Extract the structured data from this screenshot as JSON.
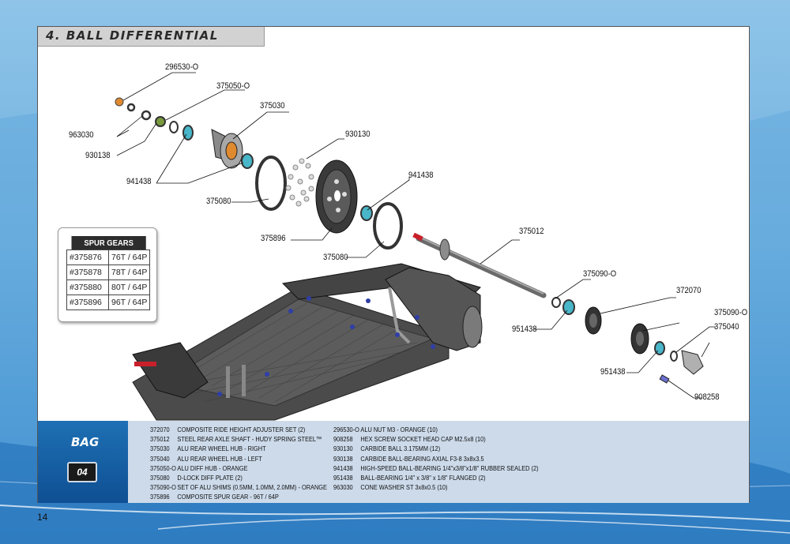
{
  "title": "4. BALL DIFFERENTIAL",
  "page_number": "14",
  "callouts": {
    "c296530o": "296530-O",
    "c375050o": "375050-O",
    "c375030": "375030",
    "c963030": "963030",
    "c930138": "930138",
    "c930130": "930130",
    "c941438a": "941438",
    "c941438b": "941438",
    "c375080a": "375080",
    "c375080b": "375080",
    "c375896": "375896",
    "c375012": "375012",
    "c375090oa": "375090-O",
    "c375090ob": "375090-O",
    "c372070": "372070",
    "c951438a": "951438",
    "c951438b": "951438",
    "c375040": "375040",
    "c908258": "908258"
  },
  "spur_gears": {
    "heading": "SPUR GEARS",
    "rows": [
      {
        "code": "#375876",
        "teeth": "76T / 64P"
      },
      {
        "code": "#375878",
        "teeth": "78T / 64P"
      },
      {
        "code": "#375880",
        "teeth": "80T / 64P"
      },
      {
        "code": "#375896",
        "teeth": "96T / 64P"
      }
    ]
  },
  "bag": {
    "label": "BAG",
    "number": "04"
  },
  "parts_left": [
    {
      "code": "372070",
      "desc": "COMPOSITE RIDE HEIGHT ADJUSTER SET (2)"
    },
    {
      "code": "375012",
      "desc": "STEEL REAR AXLE SHAFT - HUDY SPRING STEEL™"
    },
    {
      "code": "375030",
      "desc": "ALU REAR WHEEL HUB - RIGHT"
    },
    {
      "code": "375040",
      "desc": "ALU REAR WHEEL HUB - LEFT"
    },
    {
      "code": "375050-O",
      "desc": "ALU DIFF HUB - ORANGE"
    },
    {
      "code": "375080",
      "desc": "D-LOCK DIFF PLATE (2)"
    },
    {
      "code": "375090-O",
      "desc": "SET OF ALU SHIMS (0.5MM, 1.0MM, 2.0MM) - ORANGE"
    },
    {
      "code": "375896",
      "desc": "COMPOSITE SPUR GEAR - 96T / 64P"
    }
  ],
  "parts_right": [
    {
      "code": "296530-O",
      "desc": "ALU NUT M3 - ORANGE  (10)"
    },
    {
      "code": "908258",
      "desc": "HEX SCREW SOCKET HEAD CAP M2.5x8  (10)"
    },
    {
      "code": "930130",
      "desc": "CARBIDE BALL 3.175MM  (12)"
    },
    {
      "code": "930138",
      "desc": "CARBIDE BALL-BEARING AXIAL F3-8 3x8x3.5"
    },
    {
      "code": "941438",
      "desc": "HIGH-SPEED BALL-BEARING 1/4\"x3/8\"x1/8\"  RUBBER SEALED (2)"
    },
    {
      "code": "951438",
      "desc": "BALL-BEARING 1/4\" x 3/8\" x 1/8\" FLANGED  (2)"
    },
    {
      "code": "963030",
      "desc": "CONE WASHER ST 3x8x0.5  (10)"
    }
  ]
}
